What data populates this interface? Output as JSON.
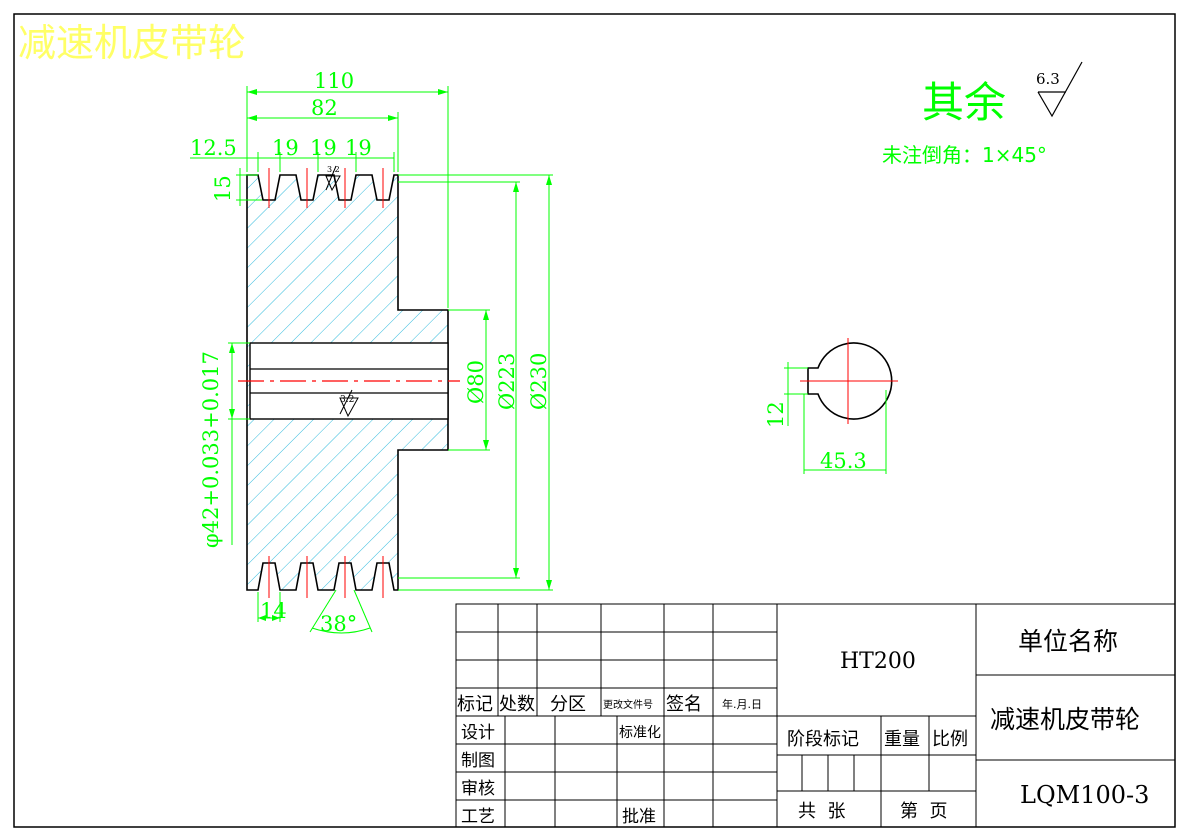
{
  "drawing_title": "减速机皮带轮",
  "surface_note": {
    "label": "其余",
    "roughness": "6.3",
    "chamfer_note": "未注倒角：1×45°"
  },
  "dimensions": {
    "overall_width": "110",
    "hub_width": "82",
    "groove_edge": "12.5",
    "groove_pitch_1": "19",
    "groove_pitch_2": "19",
    "groove_pitch_3": "19",
    "groove_depth": "15",
    "groove_top_width": "14",
    "groove_angle": "38°",
    "hub_diameter": "Ø80",
    "pitch_diameter": "Ø223",
    "outer_diameter": "Ø230",
    "bore": "φ42+0.033+0.017",
    "key_width": "12",
    "key_depth": "45.3",
    "groove_roughness": "3.2",
    "bore_roughness": "3.2"
  },
  "title_block": {
    "revision_headers": {
      "mark": "标记",
      "count": "处数",
      "zone": "分区",
      "doc_no": "更改文件号",
      "signature": "签名",
      "date": "年.月.日"
    },
    "roles": {
      "design": "设计",
      "drafting": "制图",
      "review": "审核",
      "process": "工艺",
      "standardization": "标准化",
      "approval": "批准"
    },
    "material": "HT200",
    "stage_mark": "阶段标记",
    "weight": "重量",
    "scale": "比例",
    "total_sheets": "共  张",
    "sheet_no": "第  页",
    "company": "单位名称",
    "part_name": "减速机皮带轮",
    "drawing_no": "LQM100-3"
  },
  "colors": {
    "outline": "#000000",
    "dimension": "#00ff00",
    "centerline": "#ff0000",
    "hatch": "#33bbdd",
    "title_text": "#ffff66"
  }
}
